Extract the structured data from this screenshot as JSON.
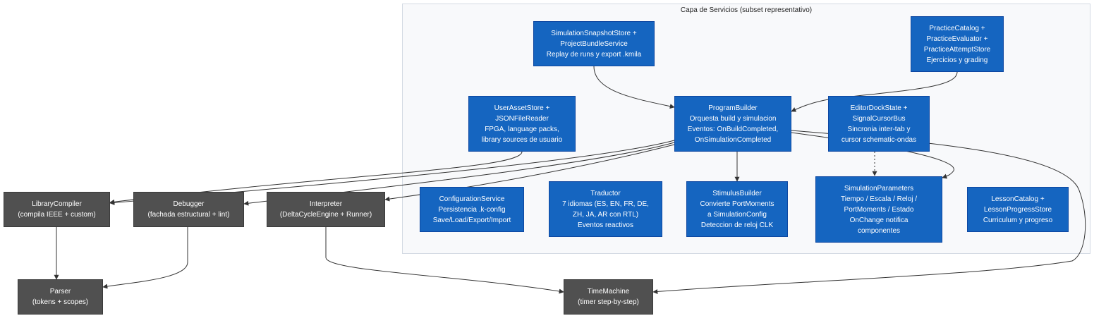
{
  "subgraph": {
    "title": "Capa de Servicios (subset representativo)"
  },
  "nodes": {
    "snapshot": {
      "lines": [
        "SimulationSnapshotStore +",
        "ProjectBundleService",
        "Replay de runs y export .kmila"
      ]
    },
    "practice": {
      "lines": [
        "PracticeCatalog +",
        "PracticeEvaluator +",
        "PracticeAttemptStore",
        "Ejercicios y grading"
      ]
    },
    "userasset": {
      "lines": [
        "UserAssetStore +",
        "JSONFileReader",
        "FPGA, language packs,",
        "library sources de usuario"
      ]
    },
    "builder": {
      "lines": [
        "ProgramBuilder",
        "Orquesta build y simulacion",
        "Eventos: OnBuildCompleted,",
        "OnSimulationCompleted"
      ]
    },
    "editordock": {
      "lines": [
        "EditorDockState +",
        "SignalCursorBus",
        "Sincronia inter-tab y",
        "cursor schematic-ondas"
      ]
    },
    "config": {
      "lines": [
        "ConfigurationService",
        "Persistencia .k-config",
        "Save/Load/Export/Import"
      ]
    },
    "traductor": {
      "lines": [
        "Traductor",
        "7 idiomas (ES, EN, FR, DE,",
        "ZH, JA, AR con RTL)",
        "Eventos reactivos"
      ]
    },
    "stimulus": {
      "lines": [
        "StimulusBuilder",
        "Convierte PortMoments",
        "a SimulationConfig",
        "Deteccion de reloj CLK"
      ]
    },
    "simparams": {
      "lines": [
        "SimulationParameters",
        "Tiempo / Escala / Reloj /",
        "PortMoments / Estado",
        "OnChange notifica",
        "componentes"
      ]
    },
    "lesson": {
      "lines": [
        "LessonCatalog +",
        "LessonProgressStore",
        "Curriculum y progreso"
      ]
    },
    "libcomp": {
      "lines": [
        "LibraryCompiler",
        "(compila IEEE + custom)"
      ]
    },
    "debugger": {
      "lines": [
        "Debugger",
        "(fachada estructural + lint)"
      ]
    },
    "interp": {
      "lines": [
        "Interpreter",
        "(DeltaCycleEngine + Runner)"
      ]
    },
    "parser": {
      "lines": [
        "Parser",
        "(tokens + scopes)"
      ]
    },
    "timemachine": {
      "lines": [
        "TimeMachine",
        "(timer step-by-step)"
      ]
    }
  },
  "edges": [
    {
      "from": "snapshot",
      "to": "builder",
      "style": "solid"
    },
    {
      "from": "practice",
      "to": "builder",
      "style": "solid"
    },
    {
      "from": "builder",
      "to": "stimulus",
      "style": "solid"
    },
    {
      "from": "builder",
      "to": "simparams",
      "style": "solid"
    },
    {
      "from": "editordock",
      "to": "simparams",
      "style": "dotted"
    },
    {
      "from": "builder",
      "to": "interp",
      "style": "solid"
    },
    {
      "from": "builder",
      "to": "debugger",
      "style": "solid"
    },
    {
      "from": "builder",
      "to": "libcomp",
      "style": "solid"
    },
    {
      "from": "userasset",
      "to": "libcomp",
      "style": "solid"
    },
    {
      "from": "builder",
      "to": "timemachine",
      "style": "solid"
    },
    {
      "from": "libcomp",
      "to": "parser",
      "style": "solid"
    },
    {
      "from": "debugger",
      "to": "parser",
      "style": "solid"
    },
    {
      "from": "interp",
      "to": "timemachine",
      "style": "solid"
    }
  ],
  "colors": {
    "service_node": "#1565c0",
    "core_node": "#505050",
    "edge": "#333333",
    "subgraph_bg": "#f8f9fb"
  }
}
